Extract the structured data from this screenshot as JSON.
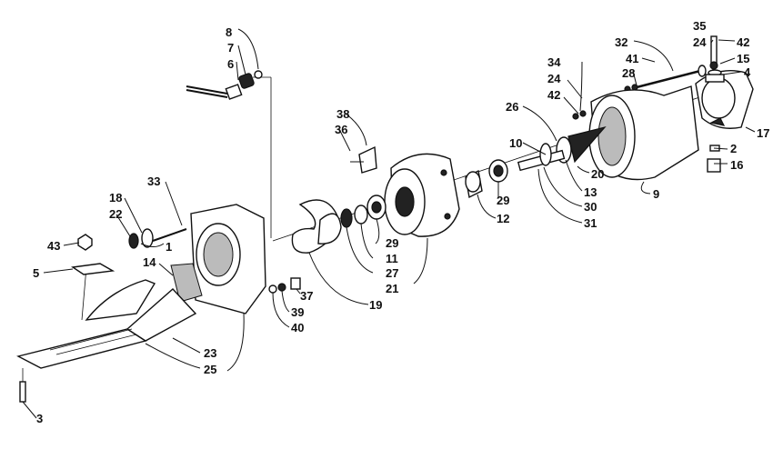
{
  "callouts": [
    {
      "id": "c8",
      "text": "8"
    },
    {
      "id": "c7",
      "text": "7"
    },
    {
      "id": "c6",
      "text": "6"
    },
    {
      "id": "c35",
      "text": "35"
    },
    {
      "id": "c24a",
      "text": "24"
    },
    {
      "id": "c42a",
      "text": "42"
    },
    {
      "id": "c15",
      "text": "15"
    },
    {
      "id": "c4",
      "text": "4"
    },
    {
      "id": "c32",
      "text": "32"
    },
    {
      "id": "c41",
      "text": "41"
    },
    {
      "id": "c28",
      "text": "28"
    },
    {
      "id": "c34",
      "text": "34"
    },
    {
      "id": "c24b",
      "text": "24"
    },
    {
      "id": "c42b",
      "text": "42"
    },
    {
      "id": "c26",
      "text": "26"
    },
    {
      "id": "c38",
      "text": "38"
    },
    {
      "id": "c36",
      "text": "36"
    },
    {
      "id": "c17",
      "text": "17"
    },
    {
      "id": "c2",
      "text": "2"
    },
    {
      "id": "c16",
      "text": "16"
    },
    {
      "id": "c10",
      "text": "10"
    },
    {
      "id": "c20",
      "text": "20"
    },
    {
      "id": "c13",
      "text": "13"
    },
    {
      "id": "c9",
      "text": "9"
    },
    {
      "id": "c30",
      "text": "30"
    },
    {
      "id": "c31",
      "text": "31"
    },
    {
      "id": "c29a",
      "text": "29"
    },
    {
      "id": "c12",
      "text": "12"
    },
    {
      "id": "c33",
      "text": "33"
    },
    {
      "id": "c18",
      "text": "18"
    },
    {
      "id": "c22",
      "text": "22"
    },
    {
      "id": "c1",
      "text": "1"
    },
    {
      "id": "c43",
      "text": "43"
    },
    {
      "id": "c5",
      "text": "5"
    },
    {
      "id": "c14",
      "text": "14"
    },
    {
      "id": "c29b",
      "text": "29"
    },
    {
      "id": "c11",
      "text": "11"
    },
    {
      "id": "c27",
      "text": "27"
    },
    {
      "id": "c21",
      "text": "21"
    },
    {
      "id": "c19",
      "text": "19"
    },
    {
      "id": "c37",
      "text": "37"
    },
    {
      "id": "c39",
      "text": "39"
    },
    {
      "id": "c40",
      "text": "40"
    },
    {
      "id": "c23",
      "text": "23"
    },
    {
      "id": "c25",
      "text": "25"
    },
    {
      "id": "c3",
      "text": "3"
    }
  ]
}
